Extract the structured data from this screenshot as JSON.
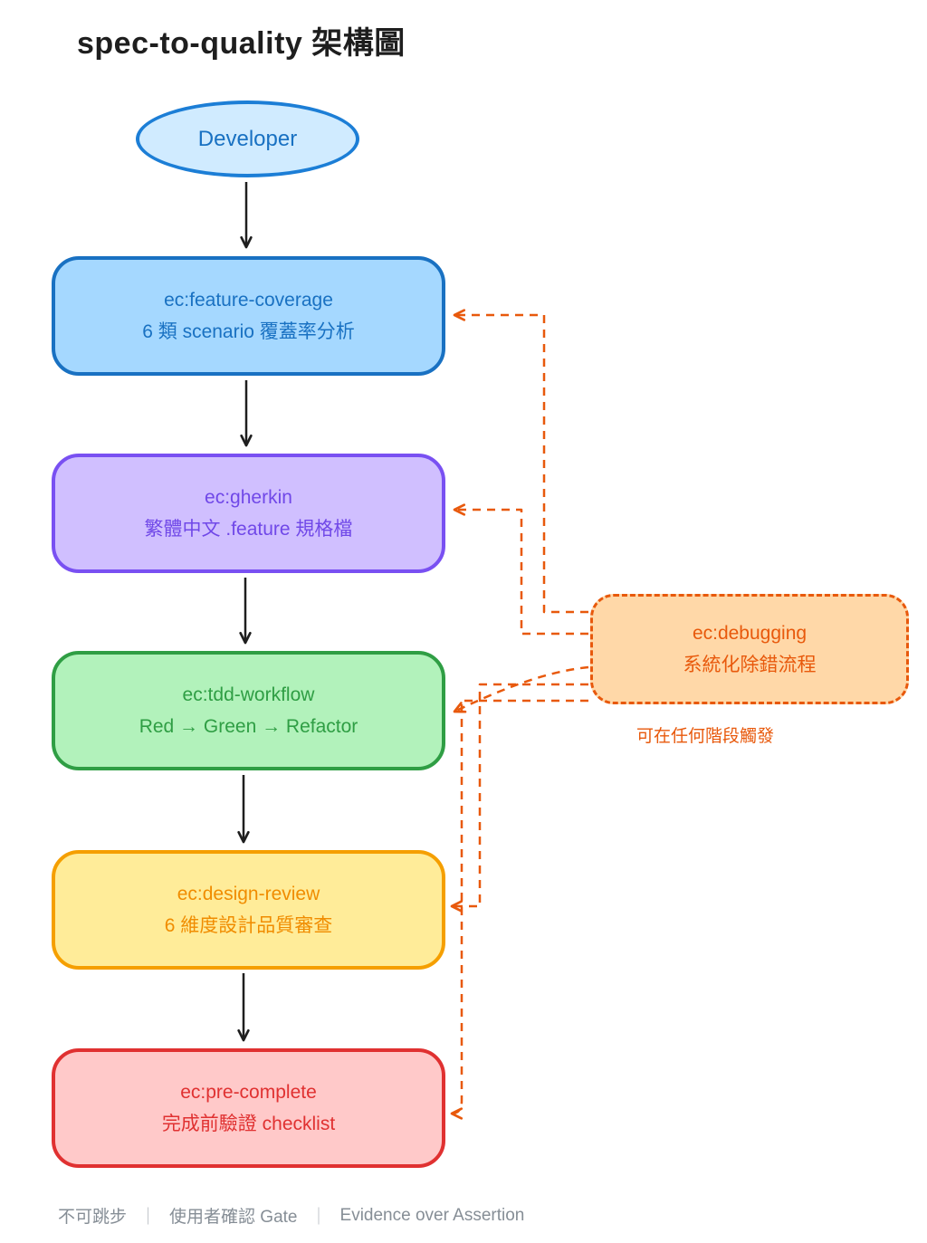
{
  "title": "spec-to-quality 架構圖",
  "nodes": {
    "developer": {
      "label": "Developer"
    },
    "feature_coverage": {
      "title": "ec:feature-coverage",
      "subtitle": "6 類 scenario 覆蓋率分析"
    },
    "gherkin": {
      "title": "ec:gherkin",
      "subtitle": "繁體中文 .feature 規格檔"
    },
    "tdd_workflow": {
      "title": "ec:tdd-workflow",
      "subtitle": "Red → Green → Refactor"
    },
    "design_review": {
      "title": "ec:design-review",
      "subtitle": "6 維度設計品質審查"
    },
    "pre_complete": {
      "title": "ec:pre-complete",
      "subtitle": "完成前驗證 checklist"
    },
    "debugging": {
      "title": "ec:debugging",
      "subtitle": "系統化除錯流程",
      "note": "可在任何階段觸發"
    }
  },
  "footer": {
    "items": [
      "不可跳步",
      "使用者確認 Gate",
      "Evidence over Assertion"
    ],
    "separator": "｜"
  },
  "colors": {
    "blue_stroke": "#1971c2",
    "blue_fill": "#a5d8ff",
    "ellipse_fill": "#d0ebff",
    "purple_stroke": "#7950f2",
    "purple_fill": "#d0bfff",
    "green_stroke": "#2f9e44",
    "green_fill": "#b2f2bb",
    "yellow_stroke": "#f59f00",
    "yellow_fill": "#ffec99",
    "yellow_text": "#f08c00",
    "red_stroke": "#e03131",
    "red_fill": "#ffc9c9",
    "orange_stroke": "#e8590c",
    "orange_fill": "#ffd8a8",
    "flow_arrow": "#1e1e1e",
    "footer_text": "#868e96"
  }
}
